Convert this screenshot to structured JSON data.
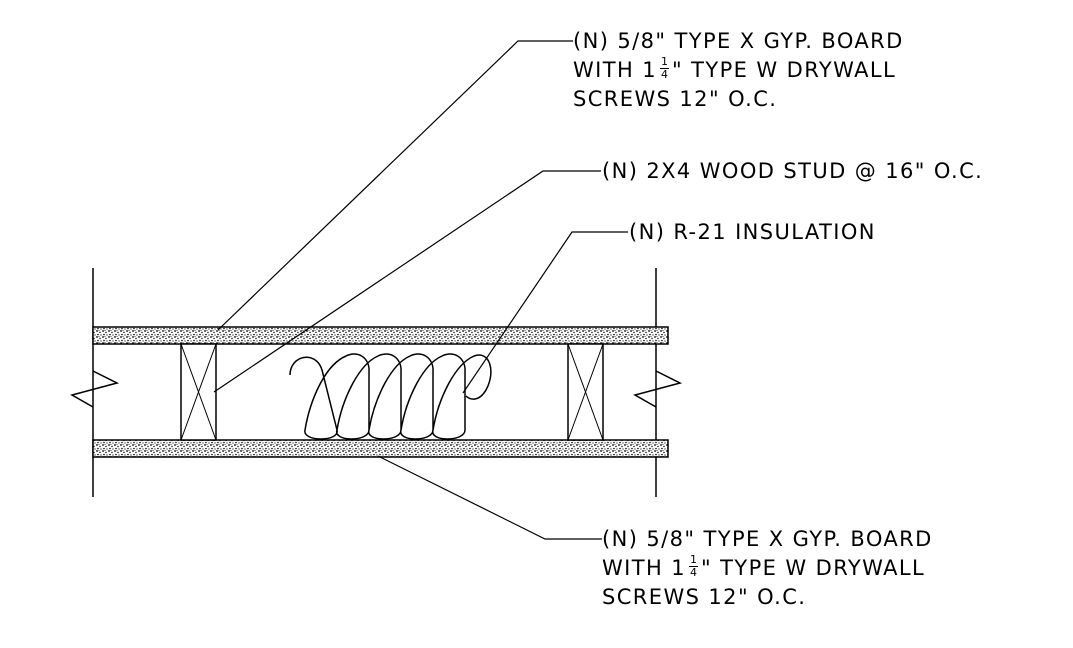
{
  "notes": {
    "top_gyp_board": {
      "line1": "(N) 5/8\" TYPE X GYP. BOARD",
      "line2_prefix": "WITH 1",
      "line2_frac_num": "1",
      "line2_frac_den": "4",
      "line2_suffix": "\" TYPE W DRYWALL",
      "line3": "SCREWS 12\" O.C."
    },
    "wood_stud": {
      "line1": "(N) 2X4 WOOD STUD @ 16\" O.C."
    },
    "insulation": {
      "line1": "(N) R-21 INSULATION"
    },
    "bottom_gyp_board": {
      "line1": "(N) 5/8\" TYPE X GYP. BOARD",
      "line2_prefix": "WITH 1",
      "line2_frac_num": "1",
      "line2_frac_den": "4",
      "line2_suffix": "\" TYPE W DRYWALL",
      "line3": "SCREWS 12\" O.C."
    }
  },
  "colors": {
    "ink": "#000000",
    "paper": "#ffffff"
  }
}
